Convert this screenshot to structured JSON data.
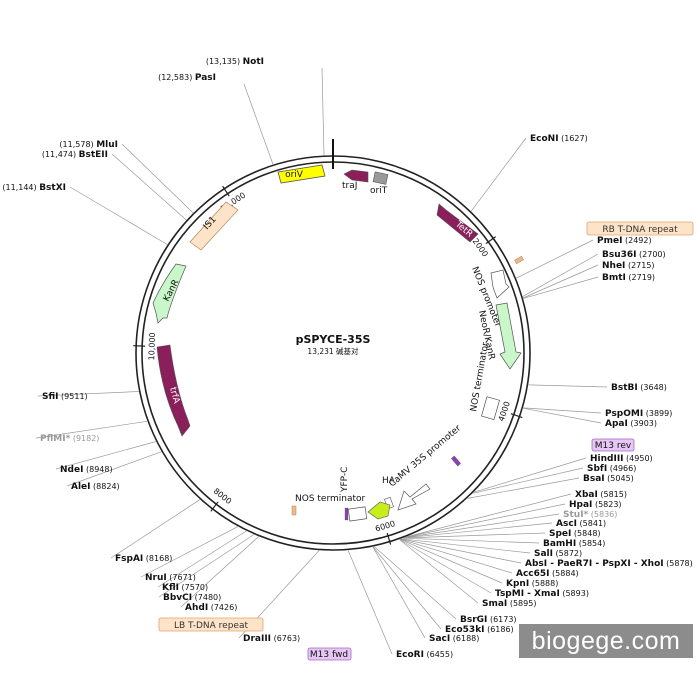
{
  "plasmid": {
    "name": "pSPYCE-35S",
    "size_label": "13,231 碱基对",
    "total_bp": 13231
  },
  "ticks": [
    {
      "bp": 2000,
      "label": "2000"
    },
    {
      "bp": 4000,
      "label": "4000"
    },
    {
      "bp": 6000,
      "label": "6000"
    },
    {
      "bp": 8000,
      "label": "8000"
    },
    {
      "bp": 10000,
      "label": "10,000"
    },
    {
      "bp": 12000,
      "label": "12,000"
    }
  ],
  "sites": [
    {
      "name": "NotI",
      "pos": "(13,135)",
      "bp": 13135
    },
    {
      "name": "PasI",
      "pos": "(12,583)",
      "bp": 12583
    },
    {
      "name": "MluI",
      "pos": "(11,578)",
      "bp": 11578
    },
    {
      "name": "BstEII",
      "pos": "(11,474)",
      "bp": 11474
    },
    {
      "name": "BstXI",
      "pos": "(11,144)",
      "bp": 11144
    },
    {
      "name": "EcoNI",
      "pos": "(1627)",
      "bp": 1627
    },
    {
      "name": "PmeI",
      "pos": "(2492)",
      "bp": 2492
    },
    {
      "name": "Bsu36I",
      "pos": "(2700)",
      "bp": 2700
    },
    {
      "name": "NheI",
      "pos": "(2715)",
      "bp": 2715
    },
    {
      "name": "BmtI",
      "pos": "(2719)",
      "bp": 2719
    },
    {
      "name": "BstBI",
      "pos": "(3648)",
      "bp": 3648
    },
    {
      "name": "PspOMI",
      "pos": "(3899)",
      "bp": 3899
    },
    {
      "name": "ApaI",
      "pos": "(3903)",
      "bp": 3903
    },
    {
      "name": "HindIII",
      "pos": "(4950)",
      "bp": 4950
    },
    {
      "name": "SbfI",
      "pos": "(4966)",
      "bp": 4966
    },
    {
      "name": "BsaI",
      "pos": "(5045)",
      "bp": 5045
    },
    {
      "name": "XbaI",
      "pos": "(5815)",
      "bp": 5815
    },
    {
      "name": "HpaI",
      "pos": "(5823)",
      "bp": 5823
    },
    {
      "name": "StuI*",
      "pos": "(5836)",
      "bp": 5836
    },
    {
      "name": "AscI",
      "pos": "(5841)",
      "bp": 5841
    },
    {
      "name": "SpeI",
      "pos": "(5848)",
      "bp": 5848
    },
    {
      "name": "BamHI",
      "pos": "(5854)",
      "bp": 5854
    },
    {
      "name": "SalI",
      "pos": "(5872)",
      "bp": 5872
    },
    {
      "name": "AbsI - PaeR7I - PspXI - XhoI",
      "pos": "(5878)",
      "bp": 5878
    },
    {
      "name": "Acc65I",
      "pos": "(5884)",
      "bp": 5884
    },
    {
      "name": "KpnI",
      "pos": "(5888)",
      "bp": 5888
    },
    {
      "name": "TspMI - XmaI",
      "pos": "(5893)",
      "bp": 5893
    },
    {
      "name": "SmaI",
      "pos": "(5895)",
      "bp": 5895
    },
    {
      "name": "BsrGI",
      "pos": "(6173)",
      "bp": 6173
    },
    {
      "name": "Eco53kI",
      "pos": "(6186)",
      "bp": 6186
    },
    {
      "name": "SacI",
      "pos": "(6188)",
      "bp": 6188
    },
    {
      "name": "EcoRI",
      "pos": "(6455)",
      "bp": 6455
    },
    {
      "name": "DraIII",
      "pos": "(6763)",
      "bp": 6763
    },
    {
      "name": "AhdI",
      "pos": "(7426)",
      "bp": 7426
    },
    {
      "name": "BbvCI",
      "pos": "(7480)",
      "bp": 7480
    },
    {
      "name": "KflI",
      "pos": "(7570)",
      "bp": 7570
    },
    {
      "name": "NruI",
      "pos": "(7671)",
      "bp": 7671
    },
    {
      "name": "FspAI",
      "pos": "(8168)",
      "bp": 8168
    },
    {
      "name": "AleI",
      "pos": "(8824)",
      "bp": 8824
    },
    {
      "name": "NdeI",
      "pos": "(8948)",
      "bp": 8948
    },
    {
      "name": "PflMI*",
      "pos": "(9182)",
      "bp": 9182
    },
    {
      "name": "SfiI",
      "pos": "(9511)",
      "bp": 9511
    }
  ],
  "primer_boxes": [
    {
      "label": "RB T-DNA repeat",
      "fill": "#fde3c8",
      "stroke": "#e2a46b",
      "text_color": "#333333"
    },
    {
      "label": "M13 rev",
      "fill": "#e6c7f3",
      "stroke": "#a865c9",
      "text_color": "#111111"
    },
    {
      "label": "LB T-DNA repeat",
      "fill": "#fde3c8",
      "stroke": "#e2a46b",
      "text_color": "#333333"
    },
    {
      "label": "M13 fwd",
      "fill": "#e6c7f3",
      "stroke": "#a865c9",
      "text_color": "#111111"
    }
  ],
  "features": [
    {
      "label": "oriV",
      "color": "#ffff00"
    },
    {
      "label": "oriT",
      "color": "#9a9a9a"
    },
    {
      "label": "traJ",
      "color": "#8b1f5b"
    },
    {
      "label": "TetR",
      "color": "#8b1f5b"
    },
    {
      "label": "NOS promoter",
      "color": "#ffffff"
    },
    {
      "label": "NeoR/KanR",
      "color": "#c9f7c9"
    },
    {
      "label": "NOS terminator",
      "color": "#ffffff"
    },
    {
      "label": "CaMV 35S promoter",
      "color": "#ffffff"
    },
    {
      "label": "HA",
      "color": "#ffffff"
    },
    {
      "label": "YFP-C",
      "color": "#c6ee1a"
    },
    {
      "label": "NOS terminator",
      "color": "#ffffff"
    },
    {
      "label": "trfA",
      "color": "#8b1f5b"
    },
    {
      "label": "KanR",
      "color": "#c9f7c9"
    },
    {
      "label": "IS1",
      "color": "#fde3c8"
    }
  ],
  "watermark": "biogege.com"
}
